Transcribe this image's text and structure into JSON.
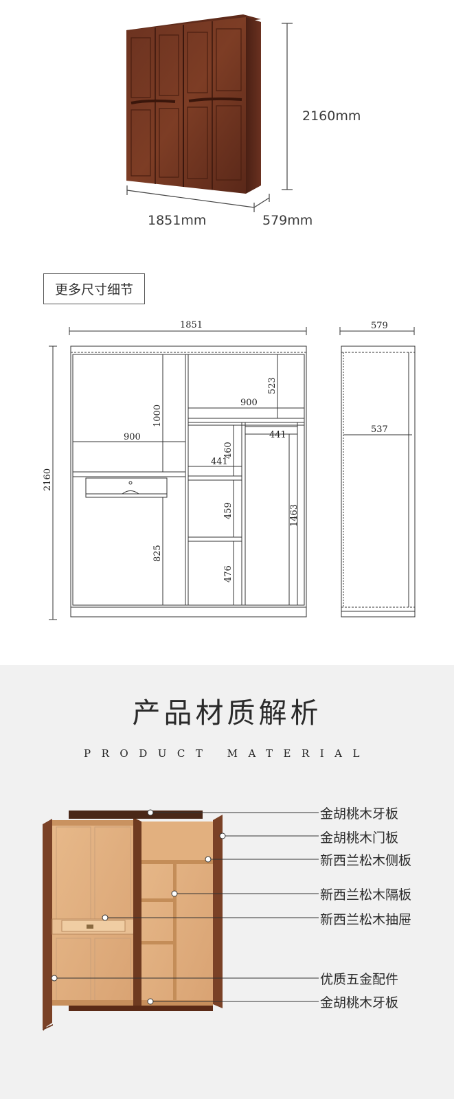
{
  "overview": {
    "height_label": "2160mm",
    "width_label": "1851mm",
    "depth_label": "579mm"
  },
  "details": {
    "more_button": "更多尺寸细节",
    "front": {
      "width": "1851",
      "height": "2160",
      "dims": [
        "1000",
        "900",
        "523",
        "900",
        "460",
        "441",
        "441",
        "825",
        "459",
        "1463",
        "476"
      ]
    },
    "side": {
      "depth_top": "579",
      "depth_inner": "537"
    }
  },
  "material": {
    "title": "产品材质解析",
    "subtitle": "PRODUCT MATERIAL",
    "callouts": [
      "金胡桃木牙板",
      "金胡桃木门板",
      "新西兰松木侧板",
      "新西兰松木隔板",
      "新西兰松木抽屉",
      "优质五金配件",
      "金胡桃木牙板"
    ]
  }
}
